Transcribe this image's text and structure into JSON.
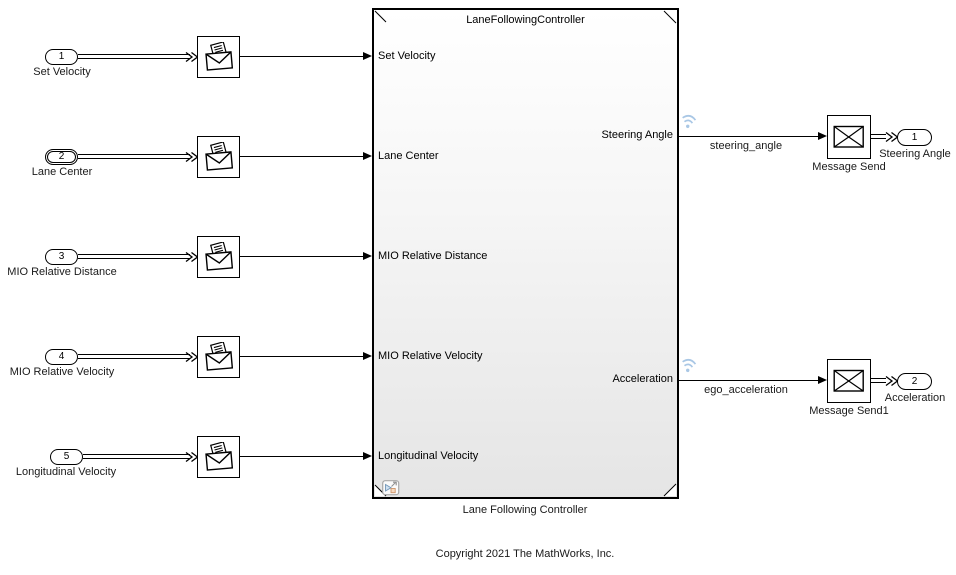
{
  "controller": {
    "title": "LaneFollowingController",
    "caption": "Lane Following Controller",
    "in_ports": [
      "Set Velocity",
      "Lane Center",
      "MIO Relative Distance",
      "MIO Relative Velocity",
      "Longitudinal Velocity"
    ],
    "out_ports": [
      "Steering Angle",
      "Acceleration"
    ]
  },
  "inports": [
    {
      "num": "1",
      "label": "Set Velocity"
    },
    {
      "num": "2",
      "label": "Lane Center"
    },
    {
      "num": "3",
      "label": "MIO Relative Distance"
    },
    {
      "num": "4",
      "label": "MIO Relative Velocity"
    },
    {
      "num": "5",
      "label": "Longitudinal Velocity"
    }
  ],
  "outputs": [
    {
      "signal": "steering_angle",
      "sender": "Message Send",
      "port_num": "1",
      "port_label": "Steering Angle"
    },
    {
      "signal": "ego_acceleration",
      "sender": "Message Send1",
      "port_num": "2",
      "port_label": "Acceleration"
    }
  ],
  "footer": {
    "copyright": "Copyright 2021 The MathWorks, Inc."
  },
  "colors": {
    "wireless_badge": "#a9c7e5",
    "block_fill_bottom": "#e5e5e5",
    "line": "#000000"
  }
}
